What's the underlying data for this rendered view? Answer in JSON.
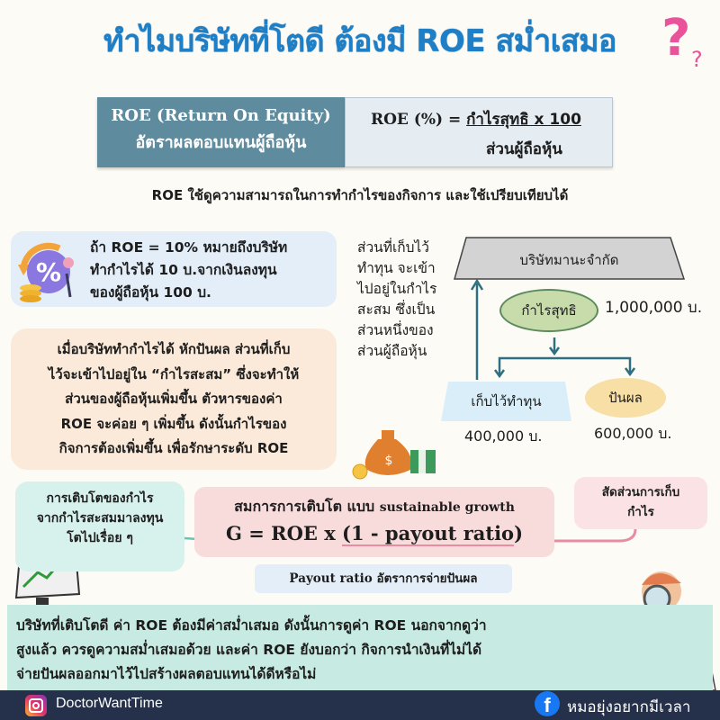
{
  "title": {
    "text": "ทำไมบริษัทที่โตดี ต้องมี ROE สม่ำเสมอ",
    "q_big": "?",
    "q_small": "?"
  },
  "definition": {
    "term": "ROE (Return On Equity)",
    "thai": "อัตราผลตอบแทนผู้ถือหุ้น",
    "formula_prefix": "ROE (%) = ",
    "numerator": "กำไรสุทธิ x 100",
    "denominator": "ส่วนผู้ถือหุ้น"
  },
  "description": "ROE ใช้ดูความสามารถในการทำกำไรของกิจการ และใช้เปรียบเทียบได้",
  "example": {
    "lines": [
      "ถ้า ROE = 10% หมายถึงบริษัท",
      "ทำกำไรได้ 10 บ.จากเงินลงทุน",
      "ของผู้ถือหุ้น 100 บ."
    ]
  },
  "explanation": {
    "lines": [
      "เมื่อบริษัททำกำไรได้ หักปันผล ส่วนที่เก็บ",
      "ไว้จะเข้าไปอยู่ใน “กำไรสะสม” ซึ่งจะทำให้",
      "ส่วนของผู้ถือหุ้นเพิ่มขึ้น ตัวหารของค่า",
      "ROE จะค่อย ๆ เพิ่มขึ้น ดังนั้นกำไรของ",
      "กิจการต้องเพิ่มขึ้น เพื่อรักษาระดับ ROE"
    ]
  },
  "diagram": {
    "side_note": [
      "ส่วนที่เก็บไว้",
      "ทำทุน จะเข้า",
      "ไปอยู่ในกำไร",
      "สะสม ซึ่งเป็น",
      "ส่วนหนึ่งของ",
      "ส่วนผู้ถือหุ้น"
    ],
    "company": "บริษัทมานะจำกัด",
    "net_profit": "กำไรสุทธิ",
    "net_profit_amount": "1,000,000 บ.",
    "retained": "เก็บไว้ทำทุน",
    "retained_amount": "400,000 บ.",
    "dividend": "ปันผล",
    "dividend_amount": "600,000 บ.",
    "colors": {
      "arrow": "#2f6f80",
      "company_fill": "#d3d3d3",
      "ellipse_green": "#c7dbab",
      "ellipse_yellow": "#f7dfa6",
      "retained_fill": "#d9eef8"
    }
  },
  "growth": {
    "note_lines": [
      "การเติบโตของกำไร",
      "จากกำไรสะสมมาลงทุน",
      "โตไปเรื่อย ๆ"
    ],
    "equation_title_thai": "สมการการเติบโต แบบ ",
    "equation_title_eng": "sustainable growth",
    "equation_prefix": "G = ROE x ",
    "equation_underlined": "(1 - payout ratio",
    "equation_suffix": ")",
    "retention_note_lines": [
      "สัดส่วนการเก็บ",
      "กำไร"
    ],
    "payout_eng": "Payout ratio ",
    "payout_thai": "อัตราการจ่ายปันผล"
  },
  "conclusion": {
    "lines": [
      "บริษัทที่เติบโตดี ค่า ROE ต้องมีค่าสม่ำเสมอ ดังนั้นการดูค่า ROE นอกจากดูว่า",
      "สูงแล้ว ควรดูความสม่ำเสมอด้วย และค่า ROE ยังบอกว่า กิจการนำเงินที่ไม่ได้",
      "จ่ายปันผลออกมาไว้ไปสร้างผลตอบแทนได้ดีหรือไม่"
    ]
  },
  "footer": {
    "instagram": "DoctorWantTime",
    "facebook": "หมอยุ่งอยากมีเวลา",
    "fb_glyph": "f"
  }
}
